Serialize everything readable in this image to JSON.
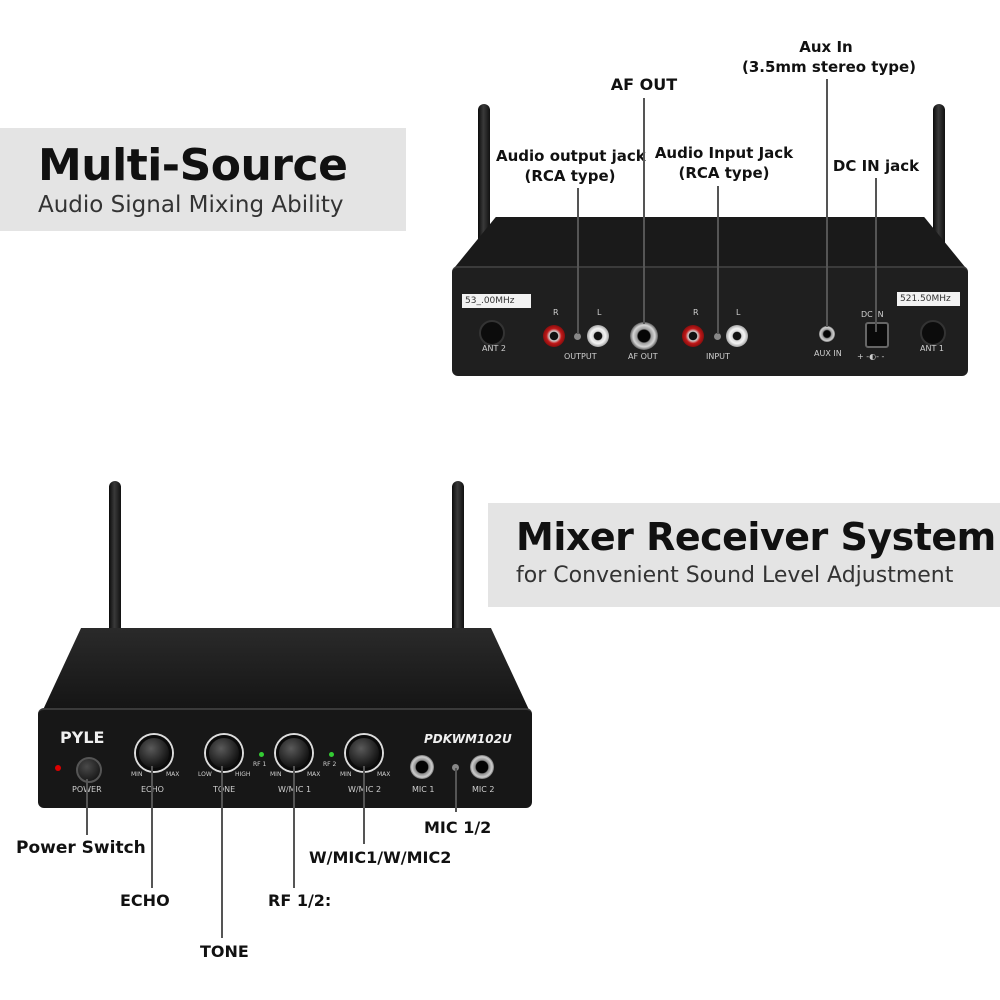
{
  "top_banner": {
    "title": "Multi-Source",
    "subtitle": "Audio Signal Mixing Ability"
  },
  "bottom_banner": {
    "title": "Mixer Receiver System",
    "subtitle": "for Convenient Sound Level Adjustment"
  },
  "rear_callouts": {
    "audio_output": [
      "Audio output jack",
      "(RCA type)"
    ],
    "af_out": "AF OUT",
    "audio_input": [
      "Audio Input Jack",
      "(RCA type)"
    ],
    "aux_in": [
      "Aux In",
      "(3.5mm stereo type)"
    ],
    "dc_in": "DC IN jack"
  },
  "rear_panel": {
    "freq_left": "53_.00MHz",
    "freq_right": "521.50MHz",
    "ant2": "ANT 2",
    "ant1": "ANT 1",
    "r": "R",
    "l": "L",
    "output": "OUTPUT",
    "af_out": "AF OUT",
    "input": "INPUT",
    "aux_in": "AUX IN",
    "dc_in": "DC IN",
    "polarity": "+ -◐- -"
  },
  "front_panel": {
    "brand": "PYLE",
    "model": "PDKWM102U",
    "power": "POWER",
    "echo": "ECHO",
    "tone": "TONE",
    "wmic1": "W/MIC 1",
    "wmic2": "W/MIC 2",
    "mic1": "MIC 1",
    "mic2": "MIC 2",
    "min": "MIN",
    "max": "MAX",
    "low": "LOW",
    "high": "HIGH",
    "rf1": "RF 1",
    "rf2": "RF 2"
  },
  "front_callouts": {
    "power_switch": "Power Switch",
    "echo": "ECHO",
    "tone": "TONE",
    "rf": "RF 1/2:",
    "wmic": "W/MIC1/W/MIC2",
    "mic": "MIC 1/2"
  }
}
